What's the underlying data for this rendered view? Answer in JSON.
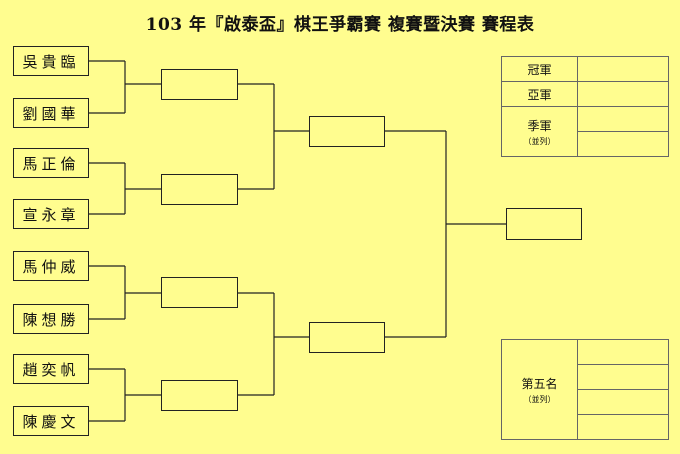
{
  "title": "103 年『啟泰盃』棋王爭霸賽  複賽暨決賽  賽程表",
  "players": [
    "吳貴臨",
    "劉國華",
    "馬正倫",
    "宣永章",
    "馬仲威",
    "陳想勝",
    "趙奕帆",
    "陳慶文"
  ],
  "results": {
    "champion_label": "冠軍",
    "runner_up_label": "亞軍",
    "third_label": "季軍",
    "third_note": "（並列）"
  },
  "fifth": {
    "label": "第五名",
    "note": "（並列）"
  }
}
